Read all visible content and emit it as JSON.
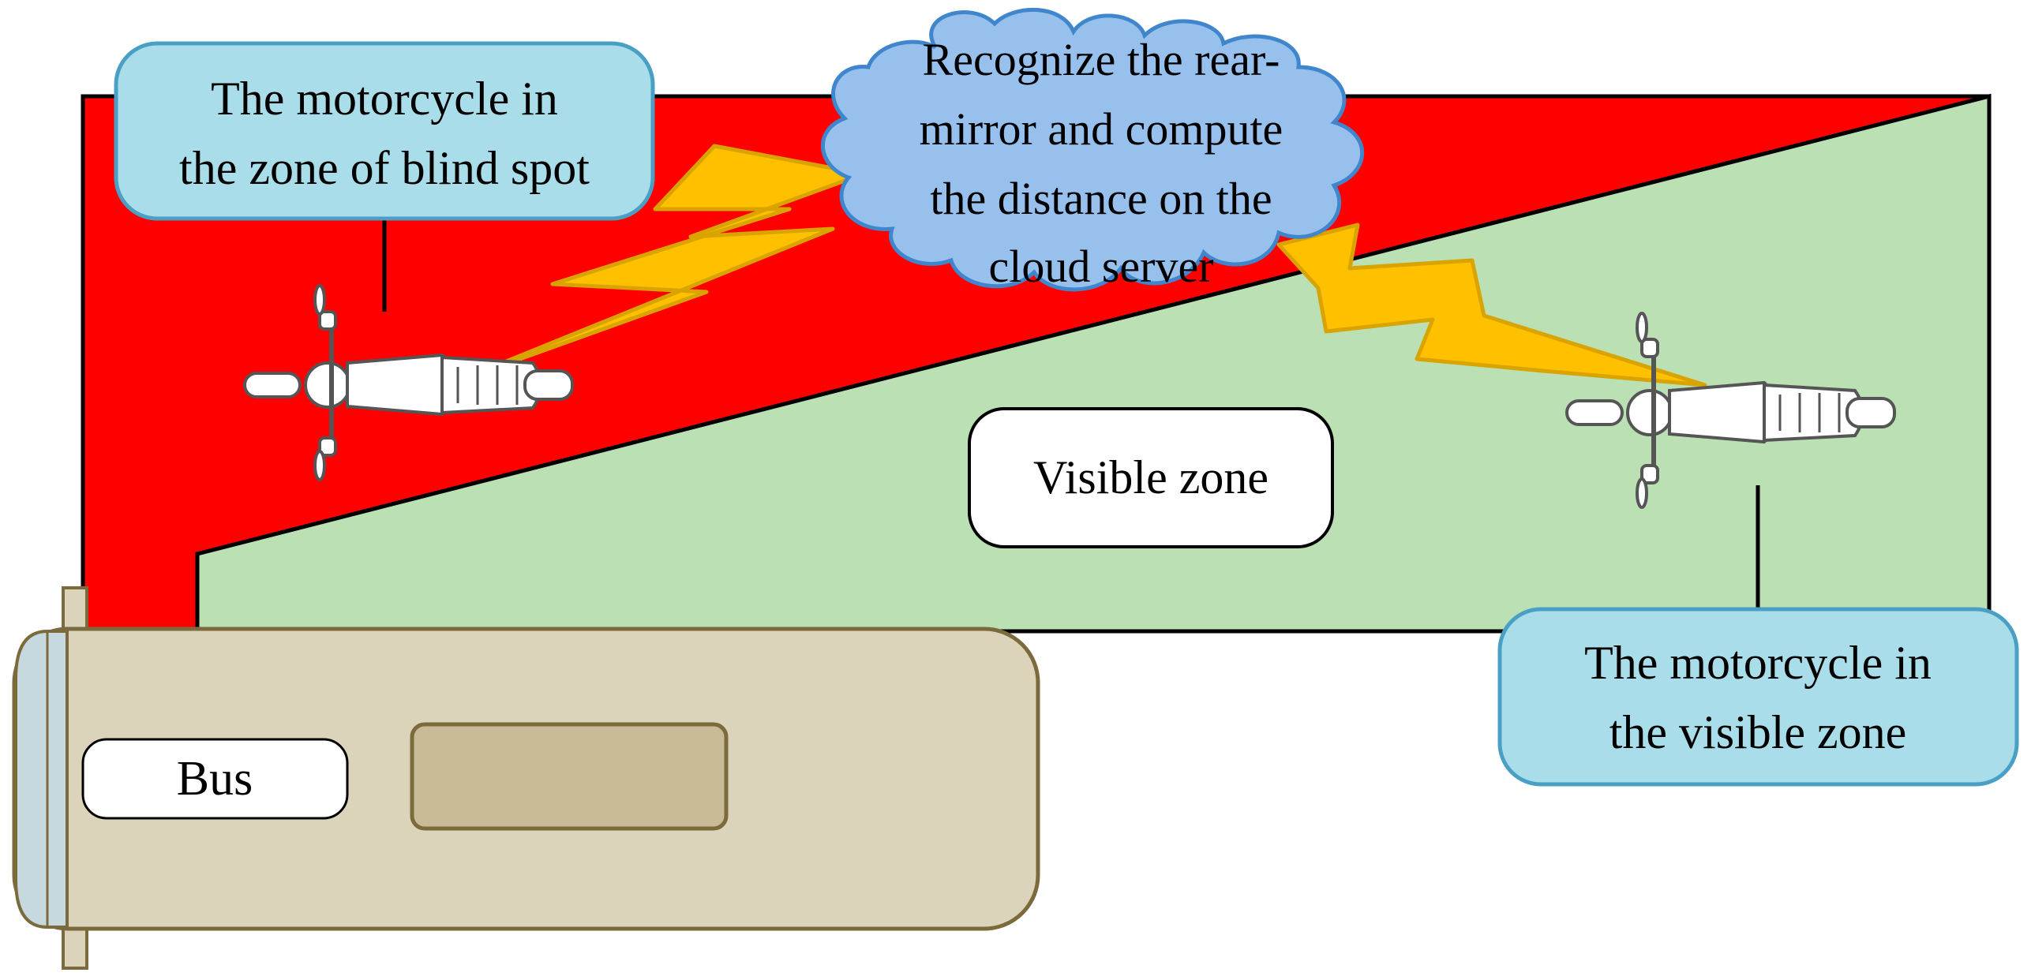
{
  "labels": {
    "blind_callout": [
      "The motorcycle in",
      "the zone of blind spot"
    ],
    "cloud": [
      "Recognize the rear-",
      "mirror and compute",
      "the distance on the",
      "cloud server"
    ],
    "visible_zone": "Visible zone",
    "visible_callout": [
      "The motorcycle in",
      "the visible zone"
    ],
    "bus": "Bus"
  },
  "colors": {
    "blind_zone": "#ff0000",
    "visible_zone": "#bbe0b3",
    "callout_fill": "#a8dde9",
    "callout_stroke": "#4aa0c4",
    "cloud_fill": "#97c0ec",
    "cloud_stroke": "#3f86cc",
    "bolt_fill": "#ffc000",
    "bolt_stroke": "#d9a300",
    "bus_body": "#dcd3bb",
    "bus_outline": "#7b6a3c",
    "bus_window": "#c8bb98",
    "bus_front": "#c7d9de"
  }
}
